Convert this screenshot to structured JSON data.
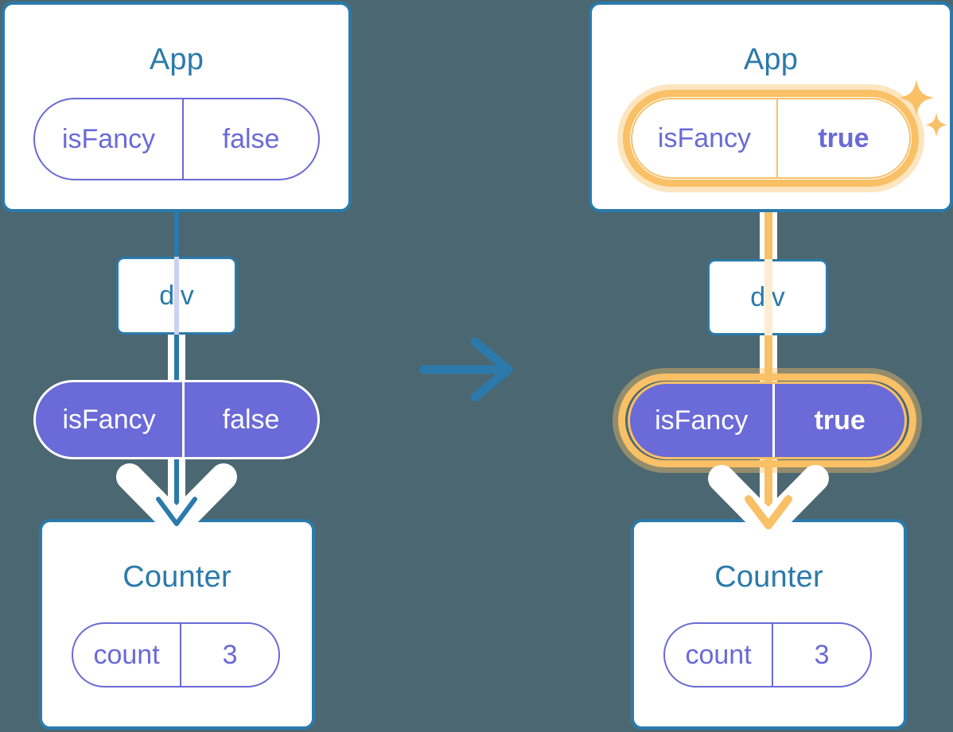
{
  "diagram": {
    "title": "React state propagation before and after isFancy changes",
    "background_color": "#4b6771",
    "accent_blue": "#2b7aab",
    "accent_purple": "#6a6ad8",
    "accent_orange": "#f9c066",
    "transition_arrow": "right-arrow-icon"
  },
  "before": {
    "app": {
      "title": "App",
      "state": {
        "key": "isFancy",
        "value": "false"
      }
    },
    "div": {
      "label": "div"
    },
    "prop": {
      "key": "isFancy",
      "value": "false"
    },
    "counter": {
      "title": "Counter",
      "state": {
        "key": "count",
        "value": "3"
      }
    }
  },
  "after": {
    "app": {
      "title": "App",
      "state": {
        "key": "isFancy",
        "value": "true",
        "highlighted": true
      }
    },
    "div": {
      "label": "div"
    },
    "prop": {
      "key": "isFancy",
      "value": "true",
      "highlighted": true
    },
    "counter": {
      "title": "Counter",
      "state": {
        "key": "count",
        "value": "3"
      }
    },
    "sparkle_icons": [
      "sparkle-large-icon",
      "sparkle-small-icon"
    ]
  }
}
